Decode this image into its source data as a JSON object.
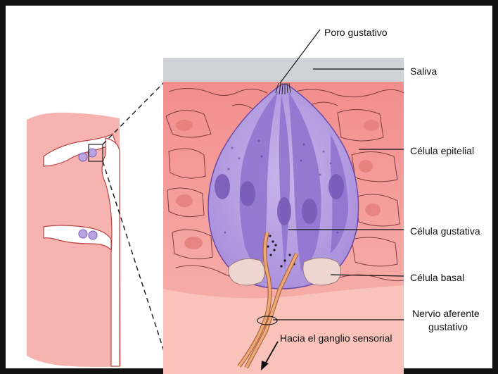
{
  "labels": {
    "poro": "Poro gustativo",
    "saliva": "Saliva",
    "epitelial": "Célula epitelial",
    "gustativa": "Célula gustativa",
    "basal": "Célula basal",
    "nervio_line1": "Nervio aferente",
    "nervio_line2": "gustativo",
    "ganglio": "Hacia el ganglio sensorial"
  },
  "colors": {
    "tissue": "#f5a3a3",
    "tissue_dark": "#e88585",
    "saliva": "#cfd3d8",
    "bud_light": "#b9a3e0",
    "bud_dark": "#8e72cf",
    "basal": "#efd6d0",
    "nerve": "#f0a878",
    "frame": "#111111"
  }
}
